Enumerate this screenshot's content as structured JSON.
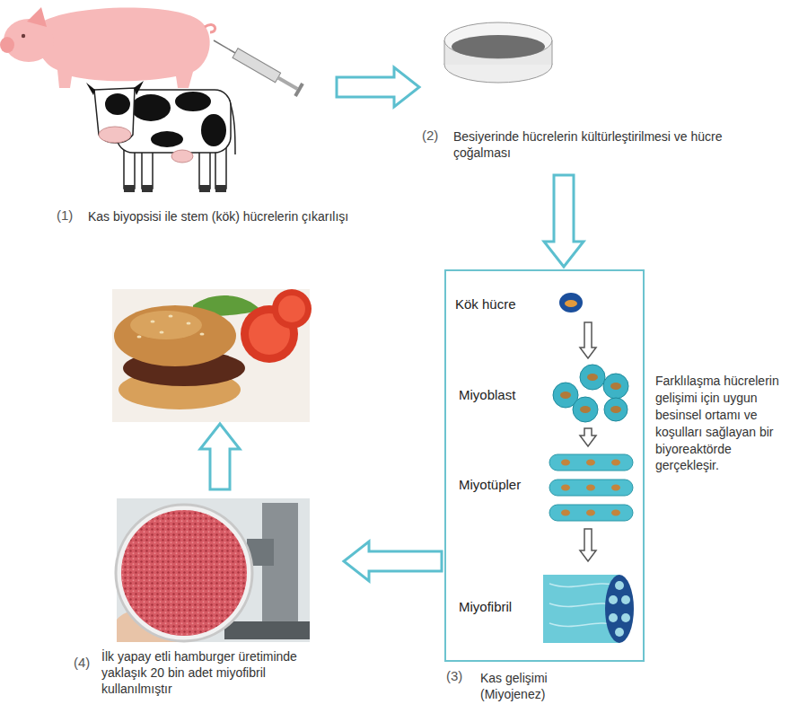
{
  "diagram": {
    "nodes": [
      {
        "text": [
          "(1)",
          "Kas biyopsisi ile stem (kök) hücrelerin çıkarılışı"
        ]
      },
      {
        "text": [
          "(2)",
          "Besiyerinde hücrelerin kültürleştirilmesi ve hücre çoğalması"
        ]
      },
      {
        "text": [
          "(3)",
          "Kas gelişimi (Miyojenez)"
        ]
      },
      {
        "text": [
          "Kök hücre"
        ],
        "in": 2
      },
      {
        "text": [
          "Miyoblast"
        ],
        "in": 2
      },
      {
        "text": [
          "Miyotüpler"
        ],
        "in": 2
      },
      {
        "text": [
          "Miyofibril"
        ],
        "in": 2
      },
      {
        "text": [
          "(4)",
          "İlk yapay etli hamburger üretiminde yaklaşık 20 bin adet miyofibril kullanılmıştır"
        ]
      }
    ],
    "edges": [
      {
        "from": 0,
        "to": 1,
        "arrow": "to"
      },
      {
        "from": 1,
        "to": 2,
        "arrow": "to"
      },
      {
        "from": 3,
        "to": 4,
        "arrow": "to"
      },
      {
        "from": 4,
        "to": 5,
        "arrow": "to"
      },
      {
        "from": 5,
        "to": 6,
        "arrow": "to"
      },
      {
        "from": 2,
        "to": 7,
        "arrow": "to"
      }
    ],
    "labels": [
      "Farklılaşma hücrelerin gelişimi için uygun besinsel ortamı ve koşulları sağlayan bir biyoreaktörde gerçekleşir."
    ]
  }
}
